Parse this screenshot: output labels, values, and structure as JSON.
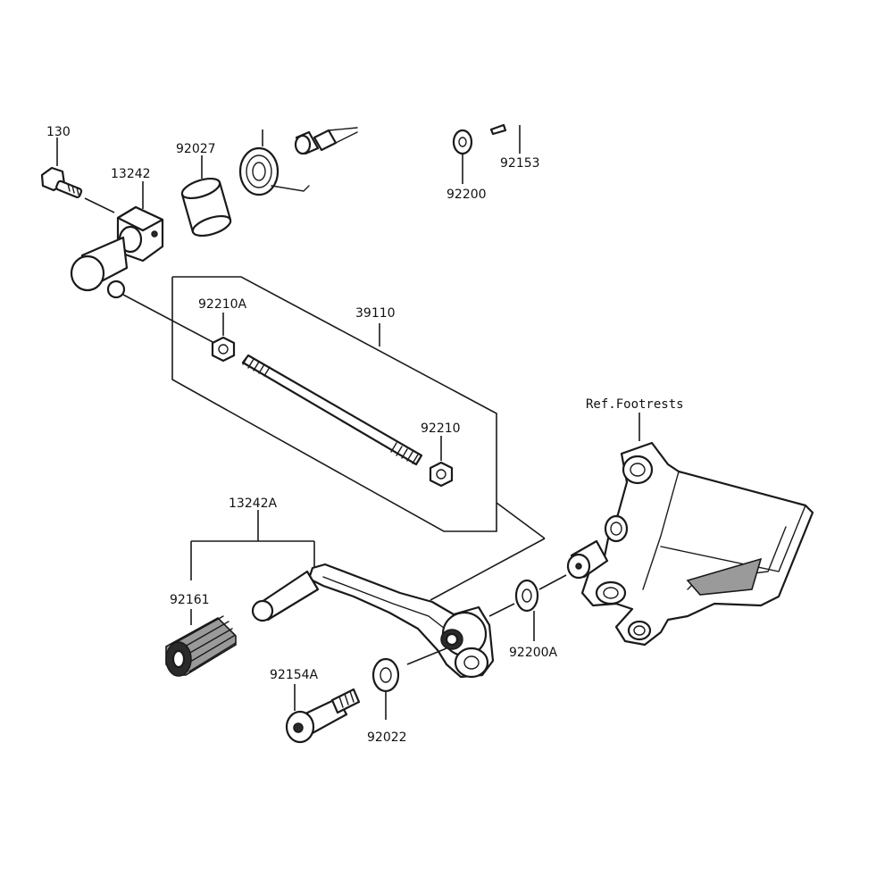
{
  "labels": {
    "p130": "130",
    "p13242": "13242",
    "p92027": "92027",
    "p92200": "92200",
    "p92153": "92153",
    "p92210A": "92210A",
    "p39110": "39110",
    "p92210": "92210",
    "ref_footrests": "Ref.Footrests",
    "p13242A": "13242A",
    "p92161": "92161",
    "p92154A": "92154A",
    "p92022": "92022",
    "p92200A": "92200A"
  }
}
